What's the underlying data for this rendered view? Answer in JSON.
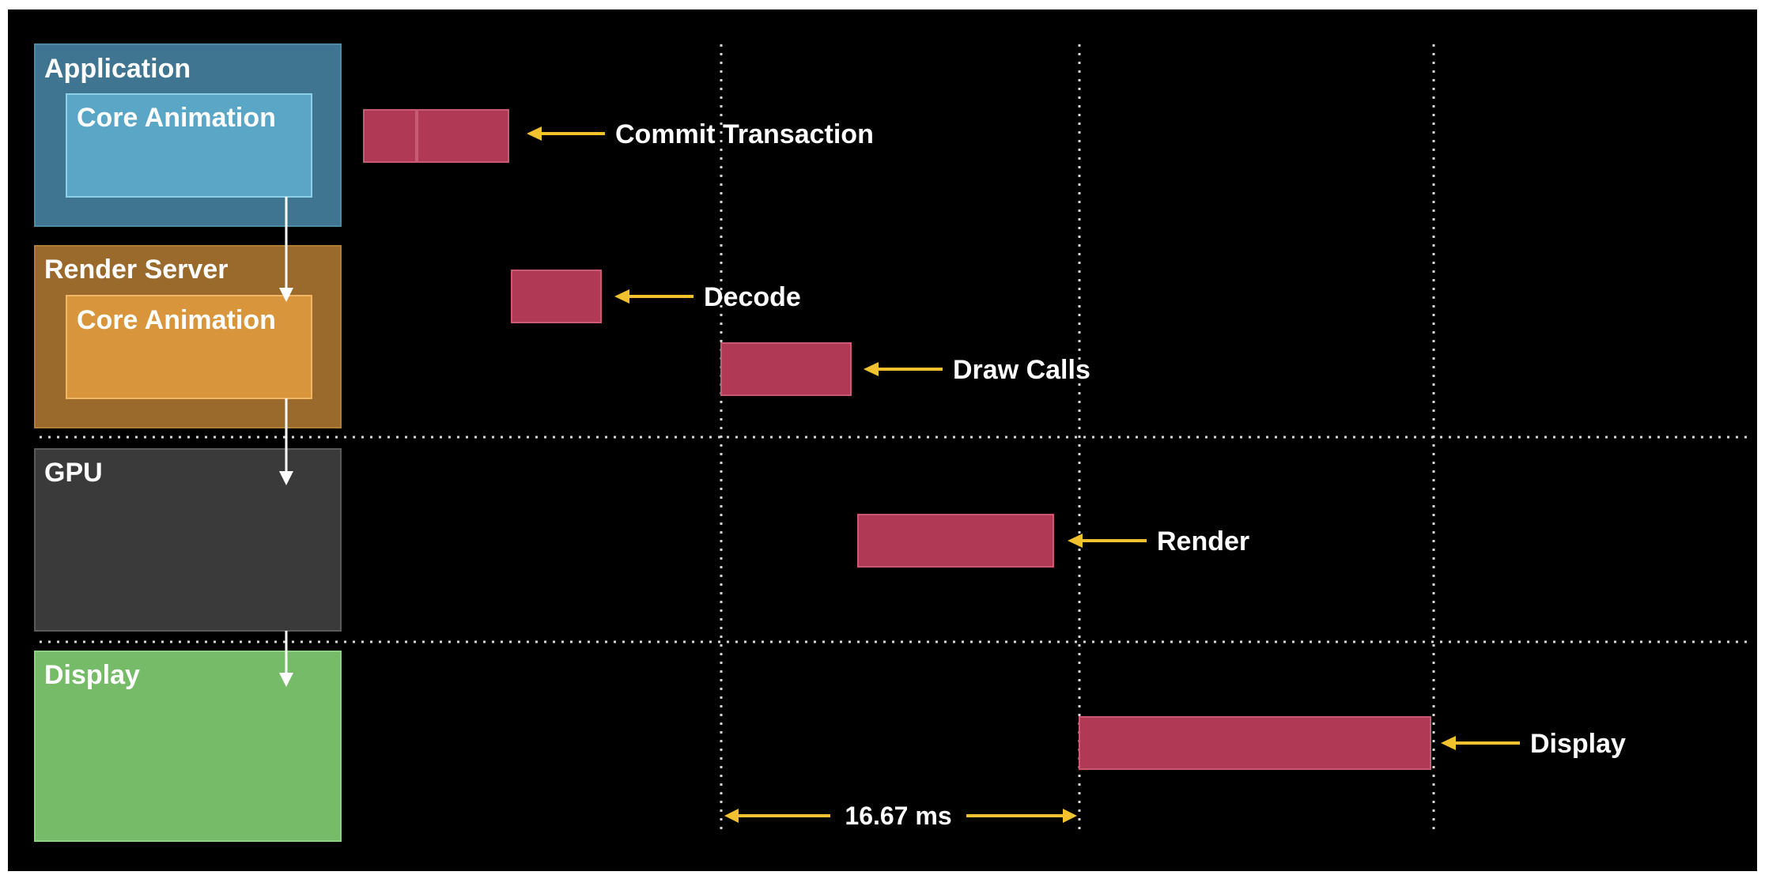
{
  "stages": {
    "application": {
      "title": "Application",
      "inner": "Core Animation",
      "color": "#3f7590",
      "inner_color": "#5aa6c6"
    },
    "render_server": {
      "title": "Render Server",
      "inner": "Core Animation",
      "color": "#9a6a2c",
      "inner_color": "#d8953c"
    },
    "gpu": {
      "title": "GPU",
      "color": "#3a3a3a"
    },
    "display": {
      "title": "Display",
      "color": "#76bb68"
    }
  },
  "events": {
    "commit": "Commit Transaction",
    "decode": "Decode",
    "draw_calls": "Draw Calls",
    "render": "Render",
    "display": "Display"
  },
  "frame_duration": "16.67 ms",
  "colors": {
    "background": "#000000",
    "bar": "#b03a55",
    "arrow": "#f2c12e",
    "divider": "#d8d8d8"
  }
}
